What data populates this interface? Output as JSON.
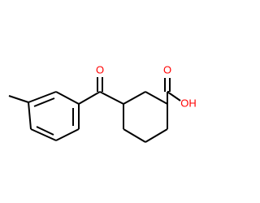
{
  "structure": {
    "atoms": {
      "carbonyl_oxygen": "O",
      "acid_oxygen": "O",
      "hydroxyl": "OH"
    }
  },
  "colors": {
    "bond": "#000000",
    "oxygen": "#ff0000",
    "background": "#ffffff"
  }
}
